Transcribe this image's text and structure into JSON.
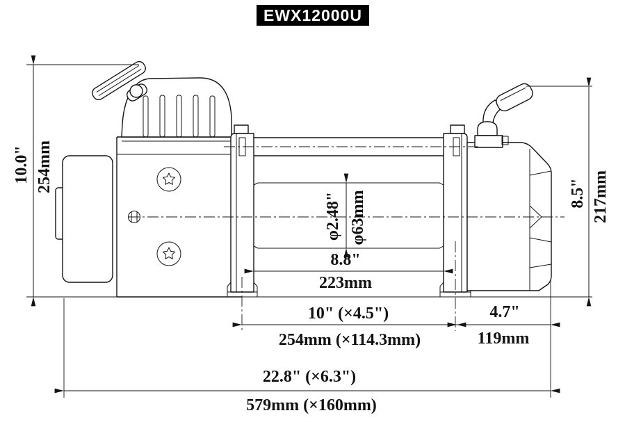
{
  "title": "EWX12000U",
  "drawing": {
    "view": "winch side elevation",
    "dims": {
      "overall_height": {
        "inch": "10.0\"",
        "mm": "254mm"
      },
      "drum_diameter": {
        "inch": "φ2.48\"",
        "mm": "φ63mm"
      },
      "drum_length": {
        "inch": "8.8\"",
        "mm": "223mm"
      },
      "mounting": {
        "inch": "10\" (×4.5\")",
        "mm": "254mm (×114.3mm)"
      },
      "gearbox_length": {
        "inch": "4.7\"",
        "mm": "119mm"
      },
      "overall_length": {
        "inch": "22.8\" (×6.3\")",
        "mm": "579mm (×160mm)"
      },
      "gearbox_height": {
        "inch": "8.5\"",
        "mm": "217mm"
      }
    }
  }
}
